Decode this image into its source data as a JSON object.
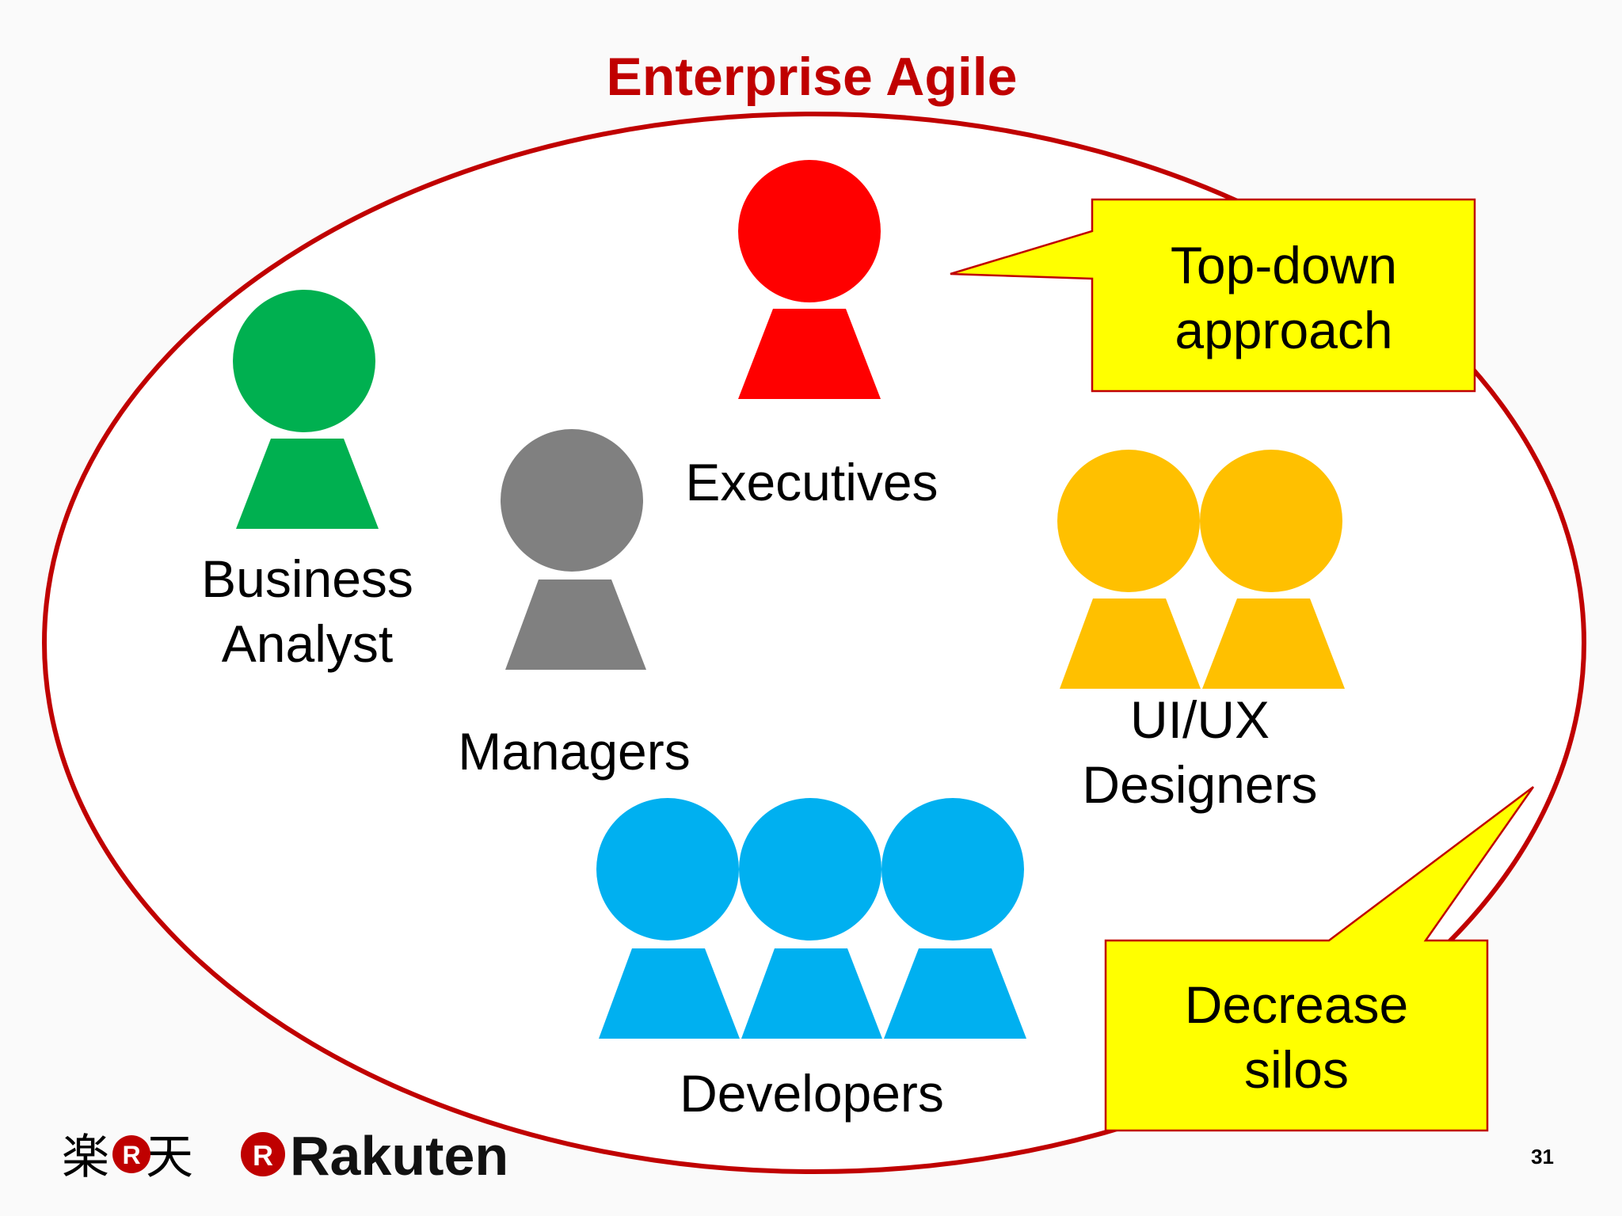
{
  "slide": {
    "title": "Enterprise Agile",
    "page_number": "31"
  },
  "groups": [
    {
      "label_lines": [
        "Executives"
      ],
      "color": "#ff0000",
      "icon": "person-icon",
      "count": 1
    },
    {
      "label_lines": [
        "Business",
        "Analyst"
      ],
      "color": "#00b050",
      "icon": "person-icon",
      "count": 1
    },
    {
      "label_lines": [
        "Managers"
      ],
      "color": "#808080",
      "icon": "person-icon",
      "count": 1
    },
    {
      "label_lines": [
        "UI/UX",
        "Designers"
      ],
      "color": "#ffc000",
      "icon": "person-icon",
      "count": 2
    },
    {
      "label_lines": [
        "Developers"
      ],
      "color": "#00b0f0",
      "icon": "person-icon",
      "count": 3
    }
  ],
  "callouts": [
    {
      "lines": [
        "Top-down",
        "approach"
      ]
    },
    {
      "lines": [
        "Decrease",
        "silos"
      ]
    }
  ],
  "colors": {
    "title": "#c00000",
    "boundary": "#c00000",
    "callout_fill": "#ffff00",
    "callout_border": "#c00000",
    "brand": "#bf0000"
  },
  "brand": {
    "kanji_logo": "楽天",
    "wordmark": "Rakuten"
  }
}
